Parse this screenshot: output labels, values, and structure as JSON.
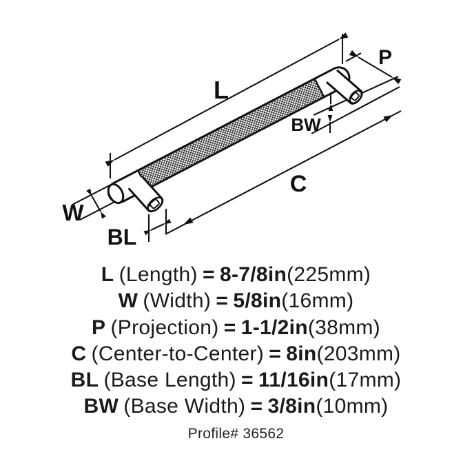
{
  "diagram": {
    "labels": {
      "length": "L",
      "width": "W",
      "projection": "P",
      "center_to_center": "C",
      "base_length": "BL",
      "base_width": "BW"
    },
    "part": "knurled-bar-cabinet-pull"
  },
  "specs": {
    "lines": [
      {
        "abbr": "L",
        "name": "(Length)",
        "eq": "=",
        "value": "8-7/8in",
        "metric": "(225mm)"
      },
      {
        "abbr": "W",
        "name": "(Width)",
        "eq": "=",
        "value": "5/8in",
        "metric": "(16mm)"
      },
      {
        "abbr": "P",
        "name": "(Projection)",
        "eq": "=",
        "value": "1-1/2in",
        "metric": "(38mm)"
      },
      {
        "abbr": "C",
        "name": "(Center-to-Center)",
        "eq": "=",
        "value": "8in",
        "metric": "(203mm)"
      },
      {
        "abbr": "BL",
        "name": "(Base Length)",
        "eq": "=",
        "value": "11/16in",
        "metric": "(17mm)"
      },
      {
        "abbr": "BW",
        "name": "(Base Width)",
        "eq": "=",
        "value": "3/8in",
        "metric": "(10mm)"
      }
    ],
    "profile": "Profile# 36562"
  },
  "colors": {
    "ink": "#111111",
    "background": "#ffffff"
  }
}
